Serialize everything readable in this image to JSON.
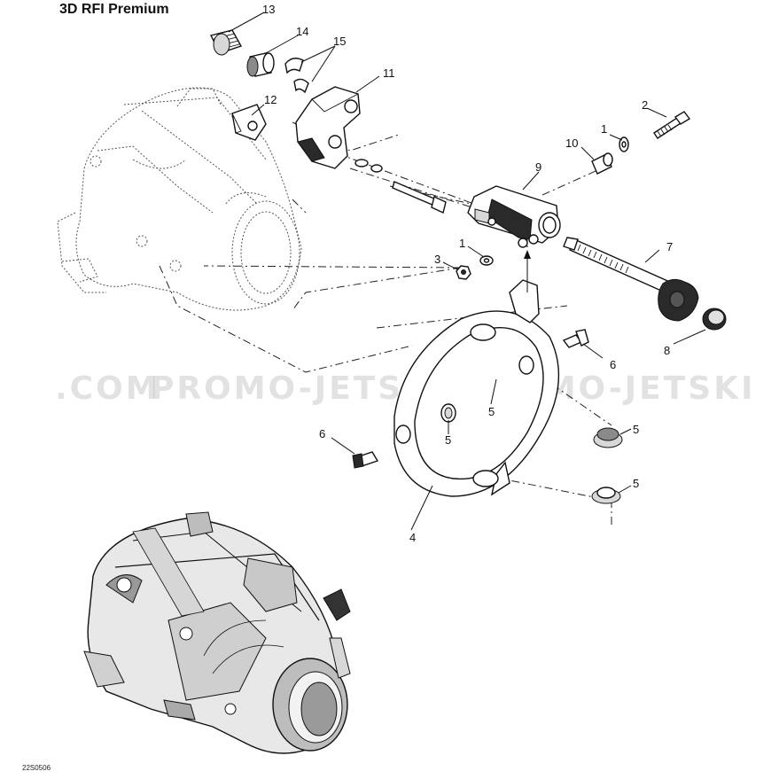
{
  "title": "3D RFI Premium",
  "drawing_code": "22S0506",
  "watermarks": [
    ".COM",
    "PROMO-JETSKI.COM",
    "PROMO-JETSKI"
  ],
  "callouts": {
    "c1a": "1",
    "c1b": "1",
    "c2": "2",
    "c3": "3",
    "c4": "4",
    "c5a": "5",
    "c5b": "5",
    "c5c": "5",
    "c5d": "5",
    "c6a": "6",
    "c6b": "6",
    "c7": "7",
    "c8": "8",
    "c9": "9",
    "c10": "10",
    "c11": "11",
    "c12": "12",
    "c13": "13",
    "c14": "14",
    "c15": "15"
  }
}
